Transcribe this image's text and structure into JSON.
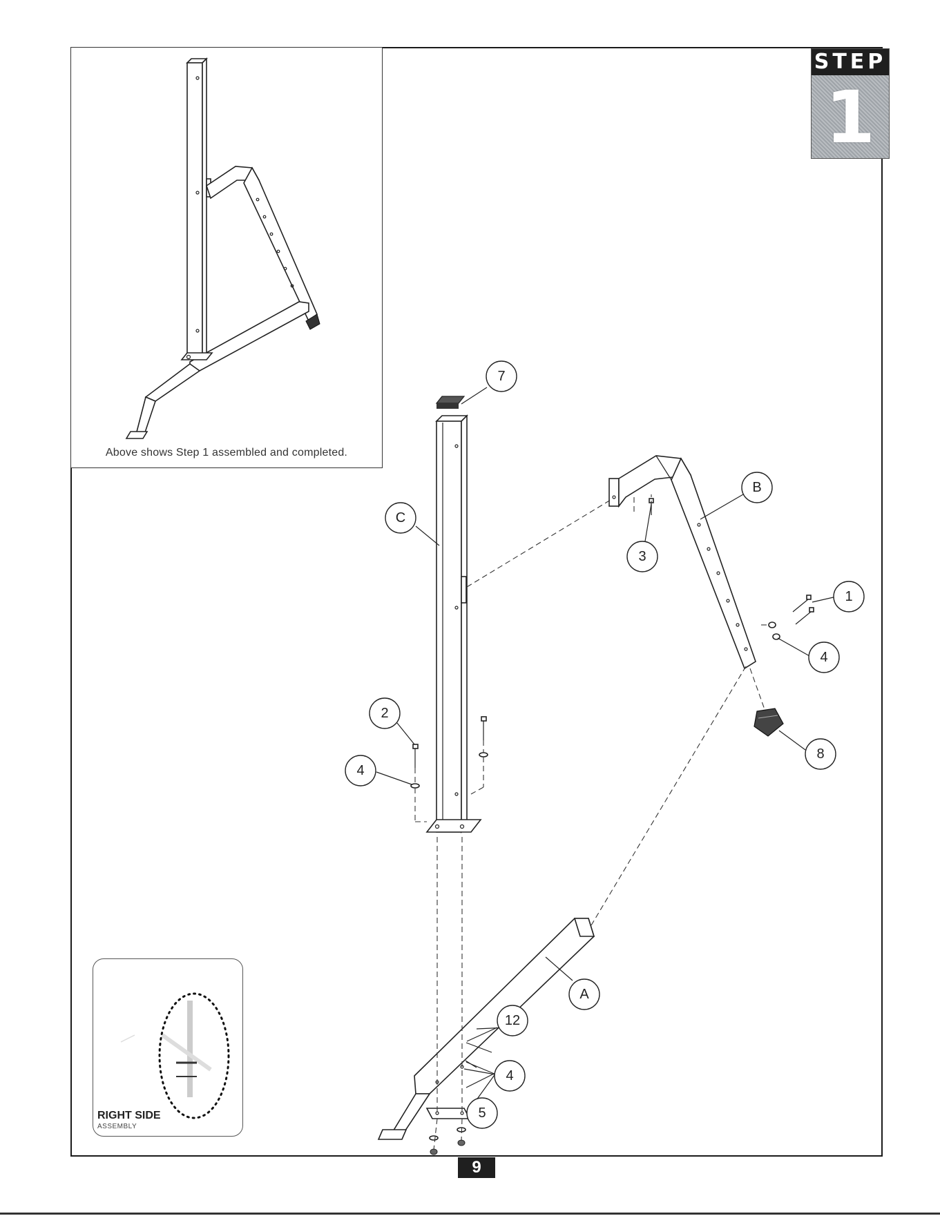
{
  "inset": {
    "caption": "Above shows Step 1 assembled and completed."
  },
  "step_badge": {
    "word": "STEP",
    "number": "1"
  },
  "callouts": {
    "c7": "7",
    "cC": "C",
    "cB": "B",
    "c3": "3",
    "c1": "1",
    "c4a": "4",
    "c2": "2",
    "c4b": "4",
    "c8": "8",
    "cA": "A",
    "c12": "12",
    "c4c": "4",
    "c5": "5"
  },
  "right_side": {
    "title": "RIGHT SIDE",
    "subtitle": "ASSEMBLY"
  },
  "page": {
    "number": "9"
  }
}
